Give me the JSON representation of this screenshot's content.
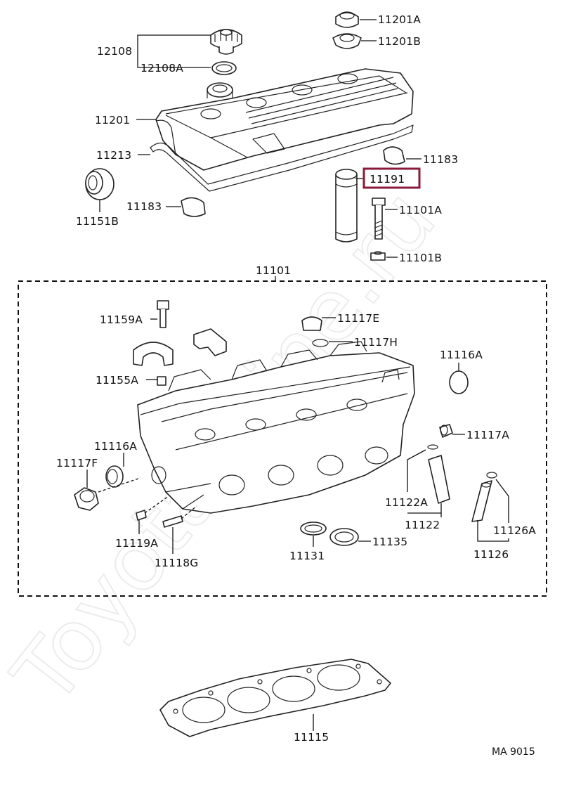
{
  "watermark": "Toyota-Mine.ru",
  "highlight_color": "#8b1a3a",
  "diagram_code": "MA 9015",
  "labels": {
    "p11201A": "11201A",
    "p11201B": "11201B",
    "p12108": "12108",
    "p12108A": "12108A",
    "p11201": "11201",
    "p11213": "11213",
    "p11183a": "11183",
    "p11191": "11191",
    "p11151B": "11151B",
    "p11183b": "11183",
    "p11101A": "11101A",
    "p11101B": "11101B",
    "p11101": "11101",
    "p11159A": "11159A",
    "p11117E": "11117E",
    "p11117H": "11117H",
    "p11116A_r": "11116A",
    "p11155A": "11155A",
    "p11117A": "11117A",
    "p11116A_l": "11116A",
    "p11117F": "11117F",
    "p11122A": "11122A",
    "p11122": "11122",
    "p11126A": "11126A",
    "p11126": "11126",
    "p11119A": "11119A",
    "p11118G": "11118G",
    "p11131": "11131",
    "p11135": "11135",
    "p11115": "11115"
  }
}
